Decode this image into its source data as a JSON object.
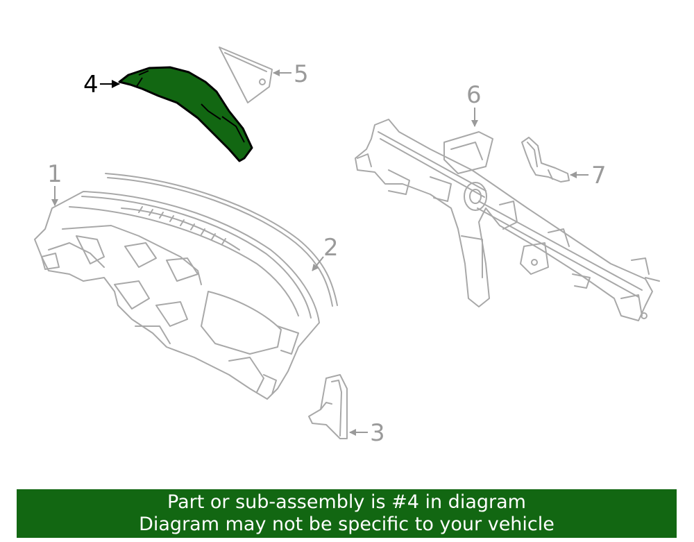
{
  "callouts": {
    "c1": "1",
    "c2": "2",
    "c3": "3",
    "c4": "4",
    "c5": "5",
    "c6": "6",
    "c7": "7"
  },
  "highlight": {
    "part": "4",
    "color": "#126712"
  },
  "banner": {
    "line1": "Part or sub-assembly is #4 in diagram",
    "line2": "Diagram may not be specific to your vehicle",
    "background": "#126712"
  }
}
